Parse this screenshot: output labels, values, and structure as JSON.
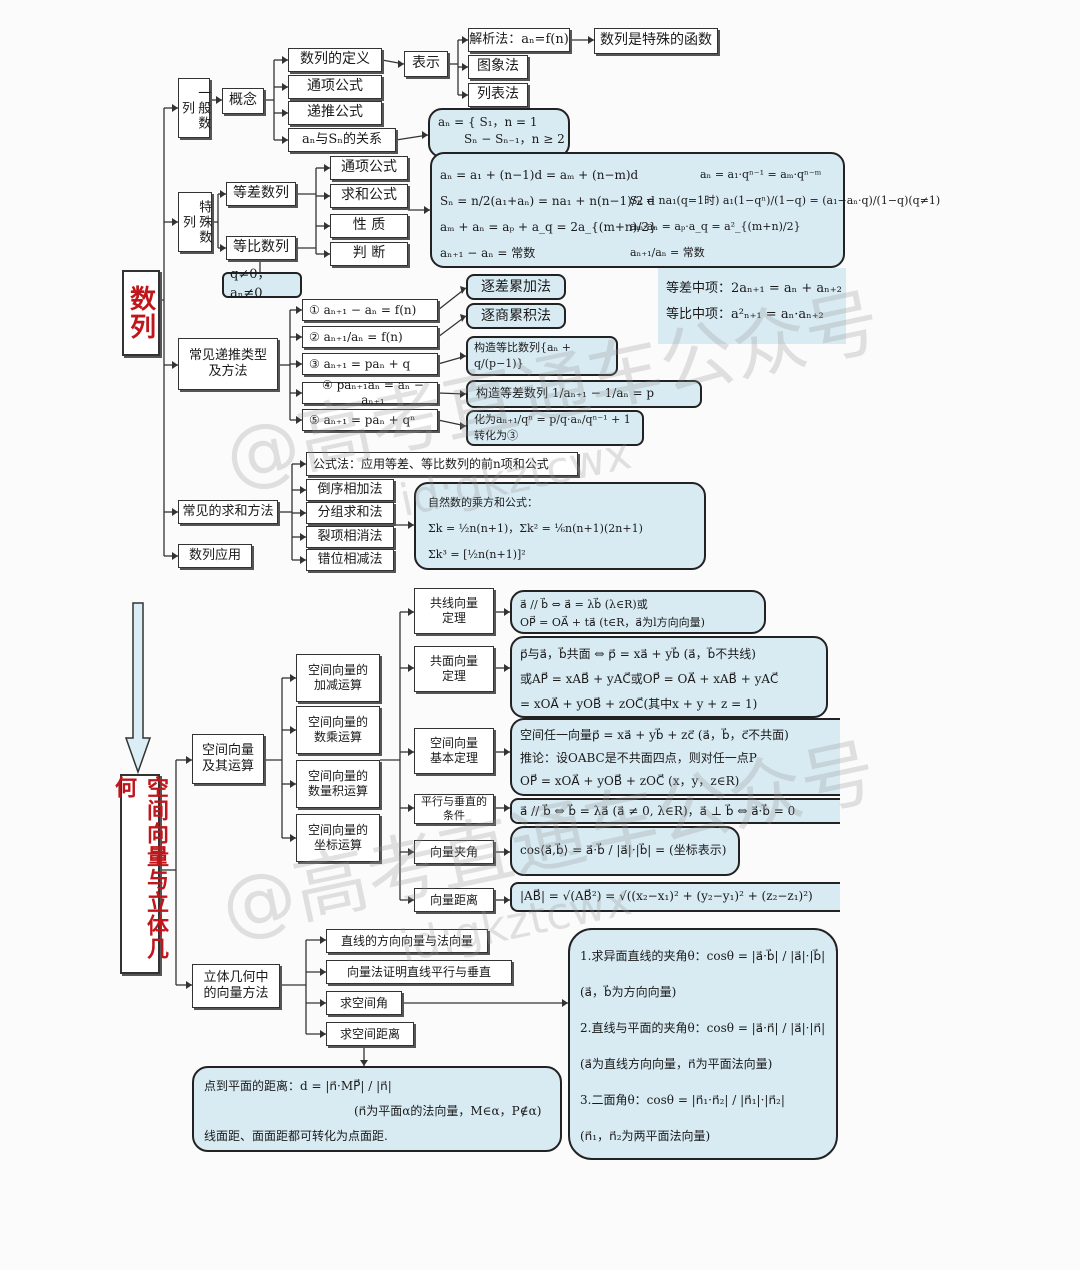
{
  "seq": {
    "root": "数列",
    "concept_group": "一般数列",
    "concept": "概念",
    "concept_items": [
      "数列的定义",
      "通项公式",
      "递推公式",
      "aₙ与Sₙ的关系"
    ],
    "represent": "表示",
    "represent_items": [
      "解析法：aₙ=f(n)",
      "图象法",
      "列表法"
    ],
    "special_function": "数列是特殊的函数",
    "an_sn_lines": [
      "aₙ = { S₁，n = 1",
      "Sₙ − Sₙ₋₁，n ≥ 2"
    ],
    "special_group": "特殊数列",
    "arith": "等差数列",
    "geom": "等比数列",
    "special_items": [
      "通项公式",
      "求和公式",
      "性 质",
      "判 断"
    ],
    "geom_cond": "q≠0，aₙ≠0",
    "formula_left": [
      "aₙ = a₁ + (n−1)d = aₘ + (n−m)d",
      "Sₙ = n/2(a₁+aₙ) = na₁ + n(n−1)/2 d",
      "aₘ + aₙ = aₚ + a_q = 2a_{(m+n)/2}",
      "aₙ₊₁ − aₙ = 常数"
    ],
    "formula_right": [
      "aₙ = a₁·qⁿ⁻¹ = aₘ·qⁿ⁻ᵐ",
      "Sₙ = na₁(q=1时) a₁(1−qⁿ)/(1−q) = (a₁−aₙ·q)/(1−q)(q≠1)",
      "aₘ·aₙ = aₚ·a_q = a²_{(m+n)/2}",
      "aₙ₊₁/aₙ = 常数"
    ],
    "middle_terms": [
      "等差中项：2aₙ₊₁ = aₙ + aₙ₊₂",
      "等比中项：a²ₙ₊₁ = aₙ·aₙ₊₂"
    ],
    "recur_group": "常见递推类型及方法",
    "recur_items": [
      "① aₙ₊₁ − aₙ = f(n)",
      "② aₙ₊₁/aₙ = f(n)",
      "③ aₙ₊₁ = paₙ + q",
      "④ paₙ₊₁aₙ = aₙ − aₙ₊₁",
      "⑤ aₙ₊₁ = paₙ + qⁿ"
    ],
    "recur_methods": [
      "逐差累加法",
      "逐商累积法",
      "构造等比数列{aₙ + q/(p−1)}",
      "构造等差数列 1/aₙ₊₁ − 1/aₙ = p",
      "化为aₙ₊₁/qⁿ = p/q·aₙ/qⁿ⁻¹ + 1转化为③"
    ],
    "sum_group": "常见的求和方法",
    "sum_items": [
      "公式法：应用等差、等比数列的前n项和公式",
      "倒序相加法",
      "分组求和法",
      "裂项相消法",
      "错位相减法"
    ],
    "power_sums": [
      "自然数的乘方和公式：",
      "Σk = ½n(n+1)，Σk² = ⅙n(n+1)(2n+1)",
      "Σk³ = [½n(n+1)]²"
    ],
    "app": "数列应用"
  },
  "vec": {
    "root": "空间向量与立体几何",
    "ops_group": "空间向量及其运算",
    "ops_items": [
      "空间向量的加减运算",
      "空间向量的数乘运算",
      "空间向量的数量积运算",
      "空间向量的坐标运算"
    ],
    "concepts": [
      "共线向量定理",
      "共面向量定理",
      "空间向量基本定理",
      "平行与垂直的条件",
      "向量夹角",
      "向量距离"
    ],
    "collinear": [
      "a⃗ // b⃗ ⇔ a⃗ = λb⃗ (λ∈R)或",
      "OP⃗ = OA⃗ + ta⃗ (t∈R，a⃗为l方向向量)"
    ],
    "coplanar": [
      "p⃗与a⃗，b⃗共面 ⇔ p⃗ = xa⃗ + yb⃗ (a⃗，b⃗不共线)",
      "或AP⃗ = xAB⃗ + yAC⃗或OP⃗ = OA⃗ + xAB⃗ + yAC⃗",
      "= xOA⃗ + yOB⃗ + zOC⃗(其中x + y + z = 1)"
    ],
    "basic": [
      "空间任一向量p⃗ = xa⃗ + yb⃗ + zc⃗ (a⃗，b⃗，c⃗不共面)",
      "推论：设OABC是不共面四点，则对任一点P",
      "OP⃗ = xOA⃗ + yOB⃗ + zOC⃗ (x，y，z∈R)"
    ],
    "parallel": "a⃗ // b⃗ ⇔ b⃗ = λa⃗ (a⃗ ≠ 0, λ∈R)，a⃗ ⊥ b⃗ ⇔ a⃗·b⃗ = 0",
    "angle": "cos⟨a⃗,b⃗⟩ = a⃗·b⃗ / |a⃗|·|b⃗| = (坐标表示)",
    "distance": "|AB⃗| = √(AB⃗²) = √((x₂−x₁)² + (y₂−y₁)² + (z₂−z₁)²)",
    "geo_group": "立体几何中的向量方法",
    "geo_items": [
      "直线的方向向量与法向量",
      "向量法证明直线平行与垂直",
      "求空间角",
      "求空间距离"
    ],
    "angles": [
      "1.求异面直线的夹角θ：cosθ = |a⃗·b⃗| / |a⃗|·|b⃗|",
      "(a⃗，b⃗为方向向量)",
      "2.直线与平面的夹角θ：cosθ = |a⃗·n⃗| / |a⃗|·|n⃗|",
      "(a⃗为直线方向向量，n⃗为平面法向量)",
      "3.二面角θ：cosθ = |n⃗₁·n⃗₂| / |n⃗₁|·|n⃗₂|",
      "(n⃗₁，n⃗₂为两平面法向量)"
    ],
    "point_plane": [
      "点到平面的距离：d = |n⃗·MP⃗| / |n⃗|",
      "(n⃗为平面α的法向量，M∈α，P∉α)",
      "线面距、面面距都可转化为点面距."
    ]
  },
  "watermarks": [
    "@高考直通车公众号",
    "id:gkztcwx"
  ]
}
